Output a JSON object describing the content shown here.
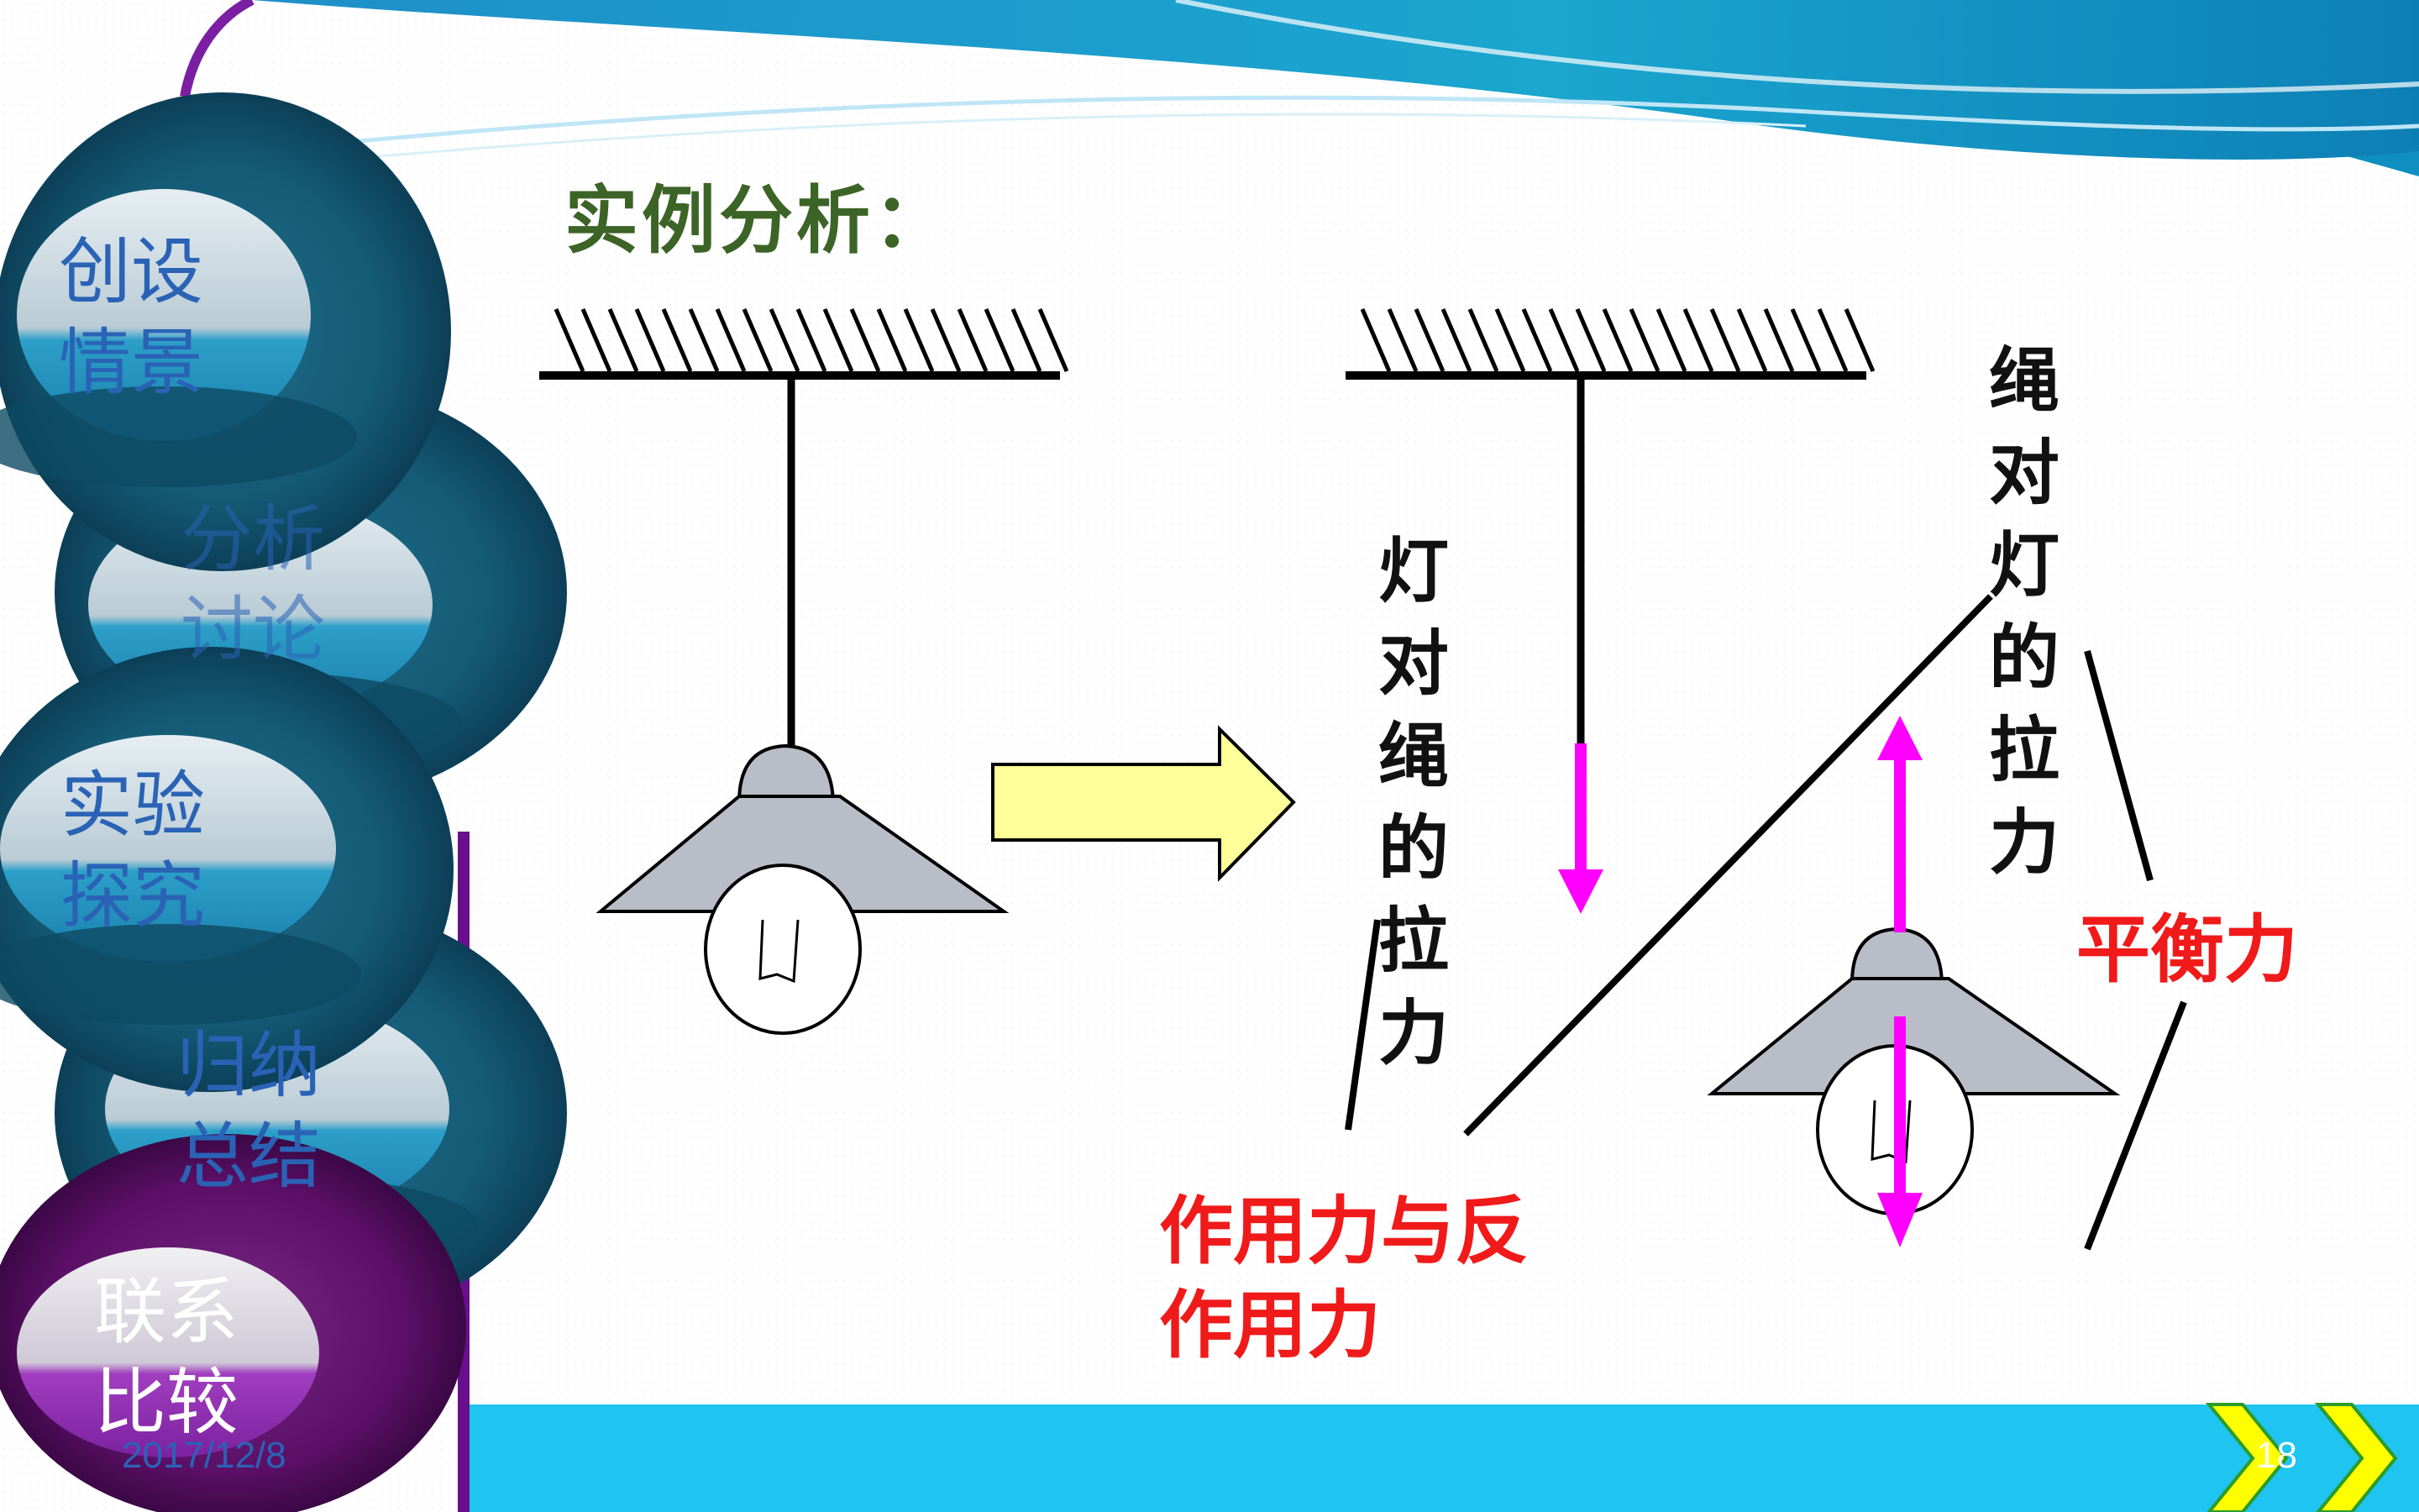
{
  "slide": {
    "title": "实例分析：",
    "date": "2017/12/8",
    "page_number": "18"
  },
  "nav": {
    "items": [
      {
        "label": "创设情景",
        "color": "#2a63b6"
      },
      {
        "label": "分析讨论",
        "color": "#2a63b6"
      },
      {
        "label": "实验探究",
        "color": "#2a63b6"
      },
      {
        "label": "归纳总结",
        "color": "#2a63b6"
      },
      {
        "label": "联系比较",
        "color": "#ffffff"
      }
    ]
  },
  "diagram": {
    "lamp_on_rope_label": "灯对绳的拉力",
    "rope_on_lamp_label": "绳对灯的拉力",
    "action_reaction_label": [
      "作用力与反",
      "作用力"
    ],
    "balanced_label": "平衡力"
  },
  "colors": {
    "force_arrow": "#ff00ff",
    "label_red": "#f01a1a",
    "title_green": "#3d6427",
    "lamp_shade": "#b9bdc8",
    "transition_arrow": "#ffff99",
    "footer_blue": "#1fc4f0",
    "chevron_yellow": "#ffff00"
  }
}
